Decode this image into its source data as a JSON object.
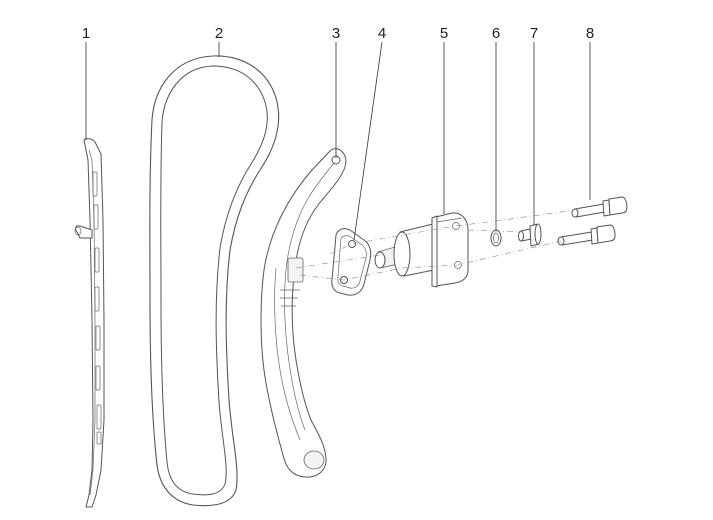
{
  "diagram": {
    "labels": [
      {
        "id": "1",
        "text": "1"
      },
      {
        "id": "2",
        "text": "2"
      },
      {
        "id": "3",
        "text": "3"
      },
      {
        "id": "4",
        "text": "4"
      },
      {
        "id": "5",
        "text": "5"
      },
      {
        "id": "6",
        "text": "6"
      },
      {
        "id": "7",
        "text": "7"
      },
      {
        "id": "8",
        "text": "8"
      }
    ],
    "colors": {
      "background": "#ffffff",
      "line": "#555555",
      "label": "#222222"
    }
  }
}
